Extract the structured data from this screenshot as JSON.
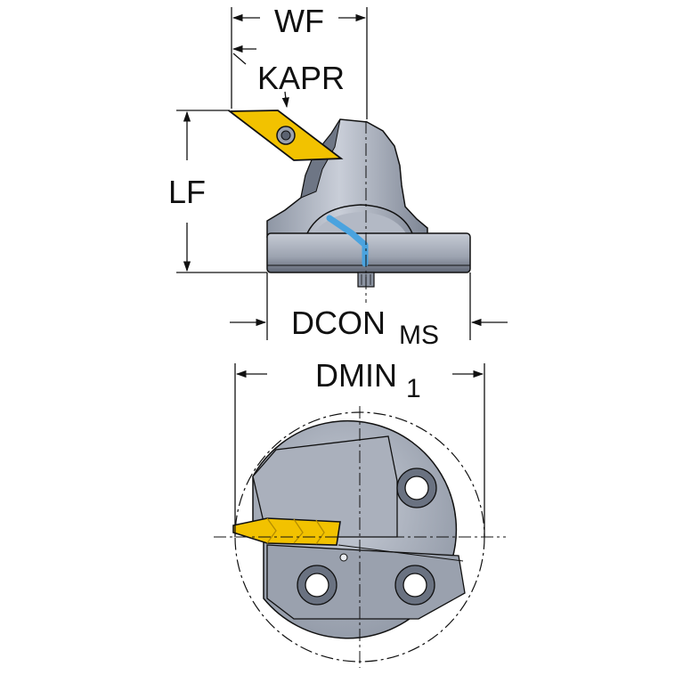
{
  "labels": {
    "wf": "WF",
    "kapr": "KAPR",
    "lf": "LF",
    "dcon": "DCON",
    "dcon_sub": "MS",
    "dmin": "DMIN",
    "dmin_sub": "1"
  },
  "colors": {
    "background": "#ffffff",
    "line": "#111111",
    "body_light": "#c2c7d1",
    "body_mid": "#9aa1ae",
    "body_dark": "#5b6270",
    "insert": "#f2c200",
    "insert_dark": "#b48c00",
    "coolant": "#4aa3df"
  }
}
